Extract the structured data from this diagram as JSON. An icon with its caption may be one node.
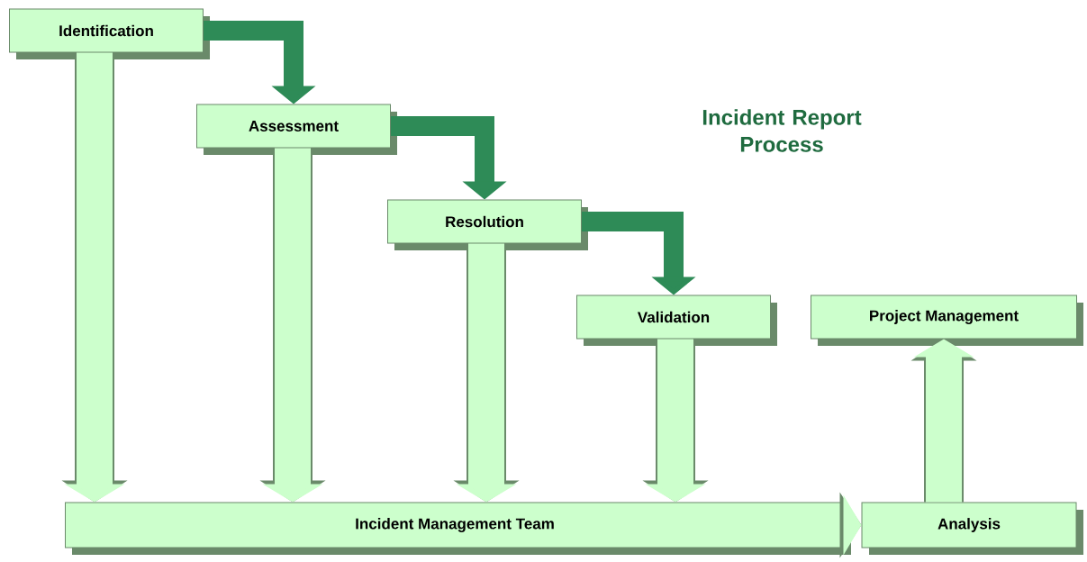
{
  "diagram": {
    "title": "Incident Report Process",
    "nodes": [
      {
        "text": [
          "Identification"
        ]
      },
      {
        "text": [
          "Assessment"
        ]
      },
      {
        "text": [
          "Resolution"
        ]
      },
      {
        "text": [
          "Validation"
        ]
      },
      {
        "text": [
          "Project Management"
        ]
      },
      {
        "text": [
          "Incident Management Team"
        ]
      },
      {
        "text": [
          "Analysis"
        ]
      }
    ],
    "edges": [
      {
        "from": 0,
        "to": 1,
        "arrow": "to",
        "color": "#2e8b57"
      },
      {
        "from": 1,
        "to": 2,
        "arrow": "to",
        "color": "#2e8b57"
      },
      {
        "from": 2,
        "to": 3,
        "arrow": "to",
        "color": "#2e8b57"
      },
      {
        "from": 0,
        "to": 5,
        "arrow": "to"
      },
      {
        "from": 1,
        "to": 5,
        "arrow": "to"
      },
      {
        "from": 2,
        "to": 5,
        "arrow": "to"
      },
      {
        "from": 3,
        "to": 5,
        "arrow": "to"
      },
      {
        "from": 5,
        "to": 6,
        "arrow": "to"
      },
      {
        "from": 6,
        "to": 4,
        "arrow": "to"
      }
    ]
  }
}
